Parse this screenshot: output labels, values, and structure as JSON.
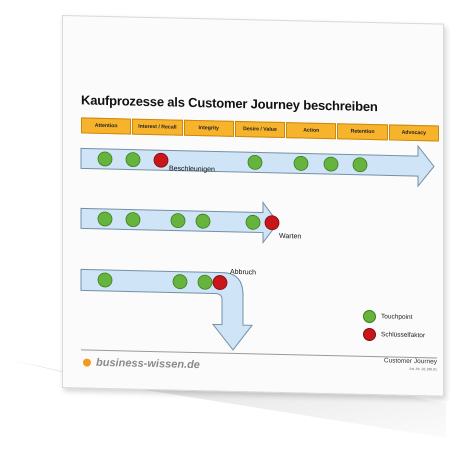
{
  "title": "Kaufprozesse als Customer Journey beschreiben",
  "stages": [
    "Attention",
    "Interest / Recall",
    "Integrity",
    "Desire / Value",
    "Action",
    "Retention",
    "Advocacy"
  ],
  "flows": [
    {
      "label": "Beschleunigen",
      "points": [
        "touchpoint",
        "touchpoint",
        "key",
        "touchpoint",
        "touchpoint",
        "touchpoint",
        "touchpoint"
      ]
    },
    {
      "label": "Warten",
      "points": [
        "touchpoint",
        "touchpoint",
        "touchpoint",
        "touchpoint",
        "touchpoint",
        "key"
      ]
    },
    {
      "label": "Abbruch",
      "points": [
        "touchpoint",
        "touchpoint",
        "touchpoint",
        "key"
      ]
    }
  ],
  "legend": [
    {
      "label": "Touchpoint",
      "kind": "touchpoint"
    },
    {
      "label": "Schlüsselfaktor",
      "kind": "key"
    }
  ],
  "footer": {
    "brand": "business-wissen.de",
    "document": "Customer Journey",
    "article_number": "Art.-Nr. 26.199.01"
  },
  "colors": {
    "stage": "#f7b32c",
    "arrow_fill": "#cfe4f6",
    "arrow_stroke": "#7590a6",
    "touchpoint": "#66b43d",
    "key_factor": "#c9161a",
    "brand_dot": "#f39a1b"
  }
}
